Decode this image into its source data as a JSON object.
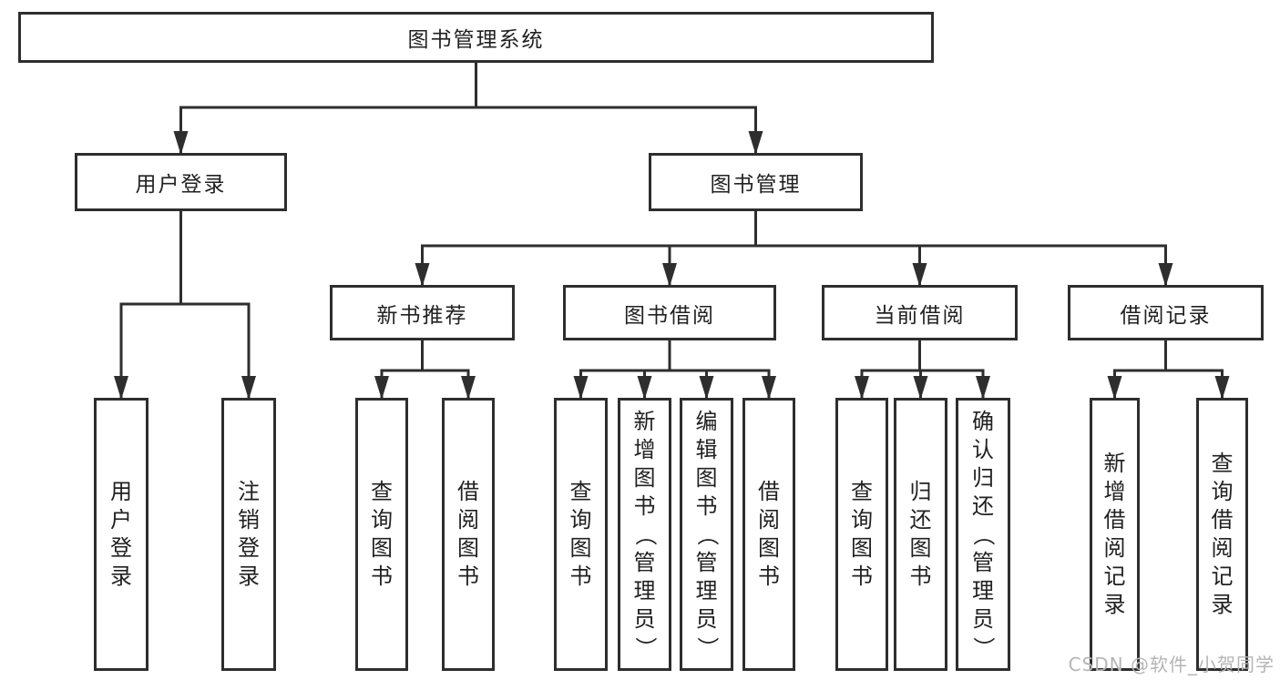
{
  "diagram_title": "图书管理系统",
  "nodes": {
    "root": {
      "label": "图书管理系统"
    },
    "user_login": {
      "label": "用户登录",
      "children": {
        "login": {
          "label": "用户登录"
        },
        "logout": {
          "label": "注销登录"
        }
      }
    },
    "book_management": {
      "label": "图书管理",
      "children": {
        "new_book_recommend": {
          "label": "新书推荐",
          "children": {
            "query_books": {
              "label": "查询图书"
            },
            "borrow_books": {
              "label": "借阅图书"
            }
          }
        },
        "book_borrow": {
          "label": "图书借阅",
          "children": {
            "query_books": {
              "label": "查询图书"
            },
            "add_books_admin": {
              "label": "新增图书（管理员）"
            },
            "edit_books_admin": {
              "label": "编辑图书（管理员）"
            },
            "borrow_books": {
              "label": "借阅图书"
            }
          }
        },
        "current_borrow": {
          "label": "当前借阅",
          "children": {
            "query_books": {
              "label": "查询图书"
            },
            "return_books": {
              "label": "归还图书"
            },
            "confirm_return_admin": {
              "label": "确认归还（管理员）"
            }
          }
        },
        "borrow_records": {
          "label": "借阅记录",
          "children": {
            "add_record": {
              "label": "新增借阅记录"
            },
            "query_record": {
              "label": "查询借阅记录"
            }
          }
        }
      }
    }
  },
  "watermark": "CSDN @软件_小贺同学",
  "colors": {
    "line": "#2e2e2e",
    "text": "#212121",
    "watermark": "#b5b5b5",
    "background": "#ffffff"
  }
}
